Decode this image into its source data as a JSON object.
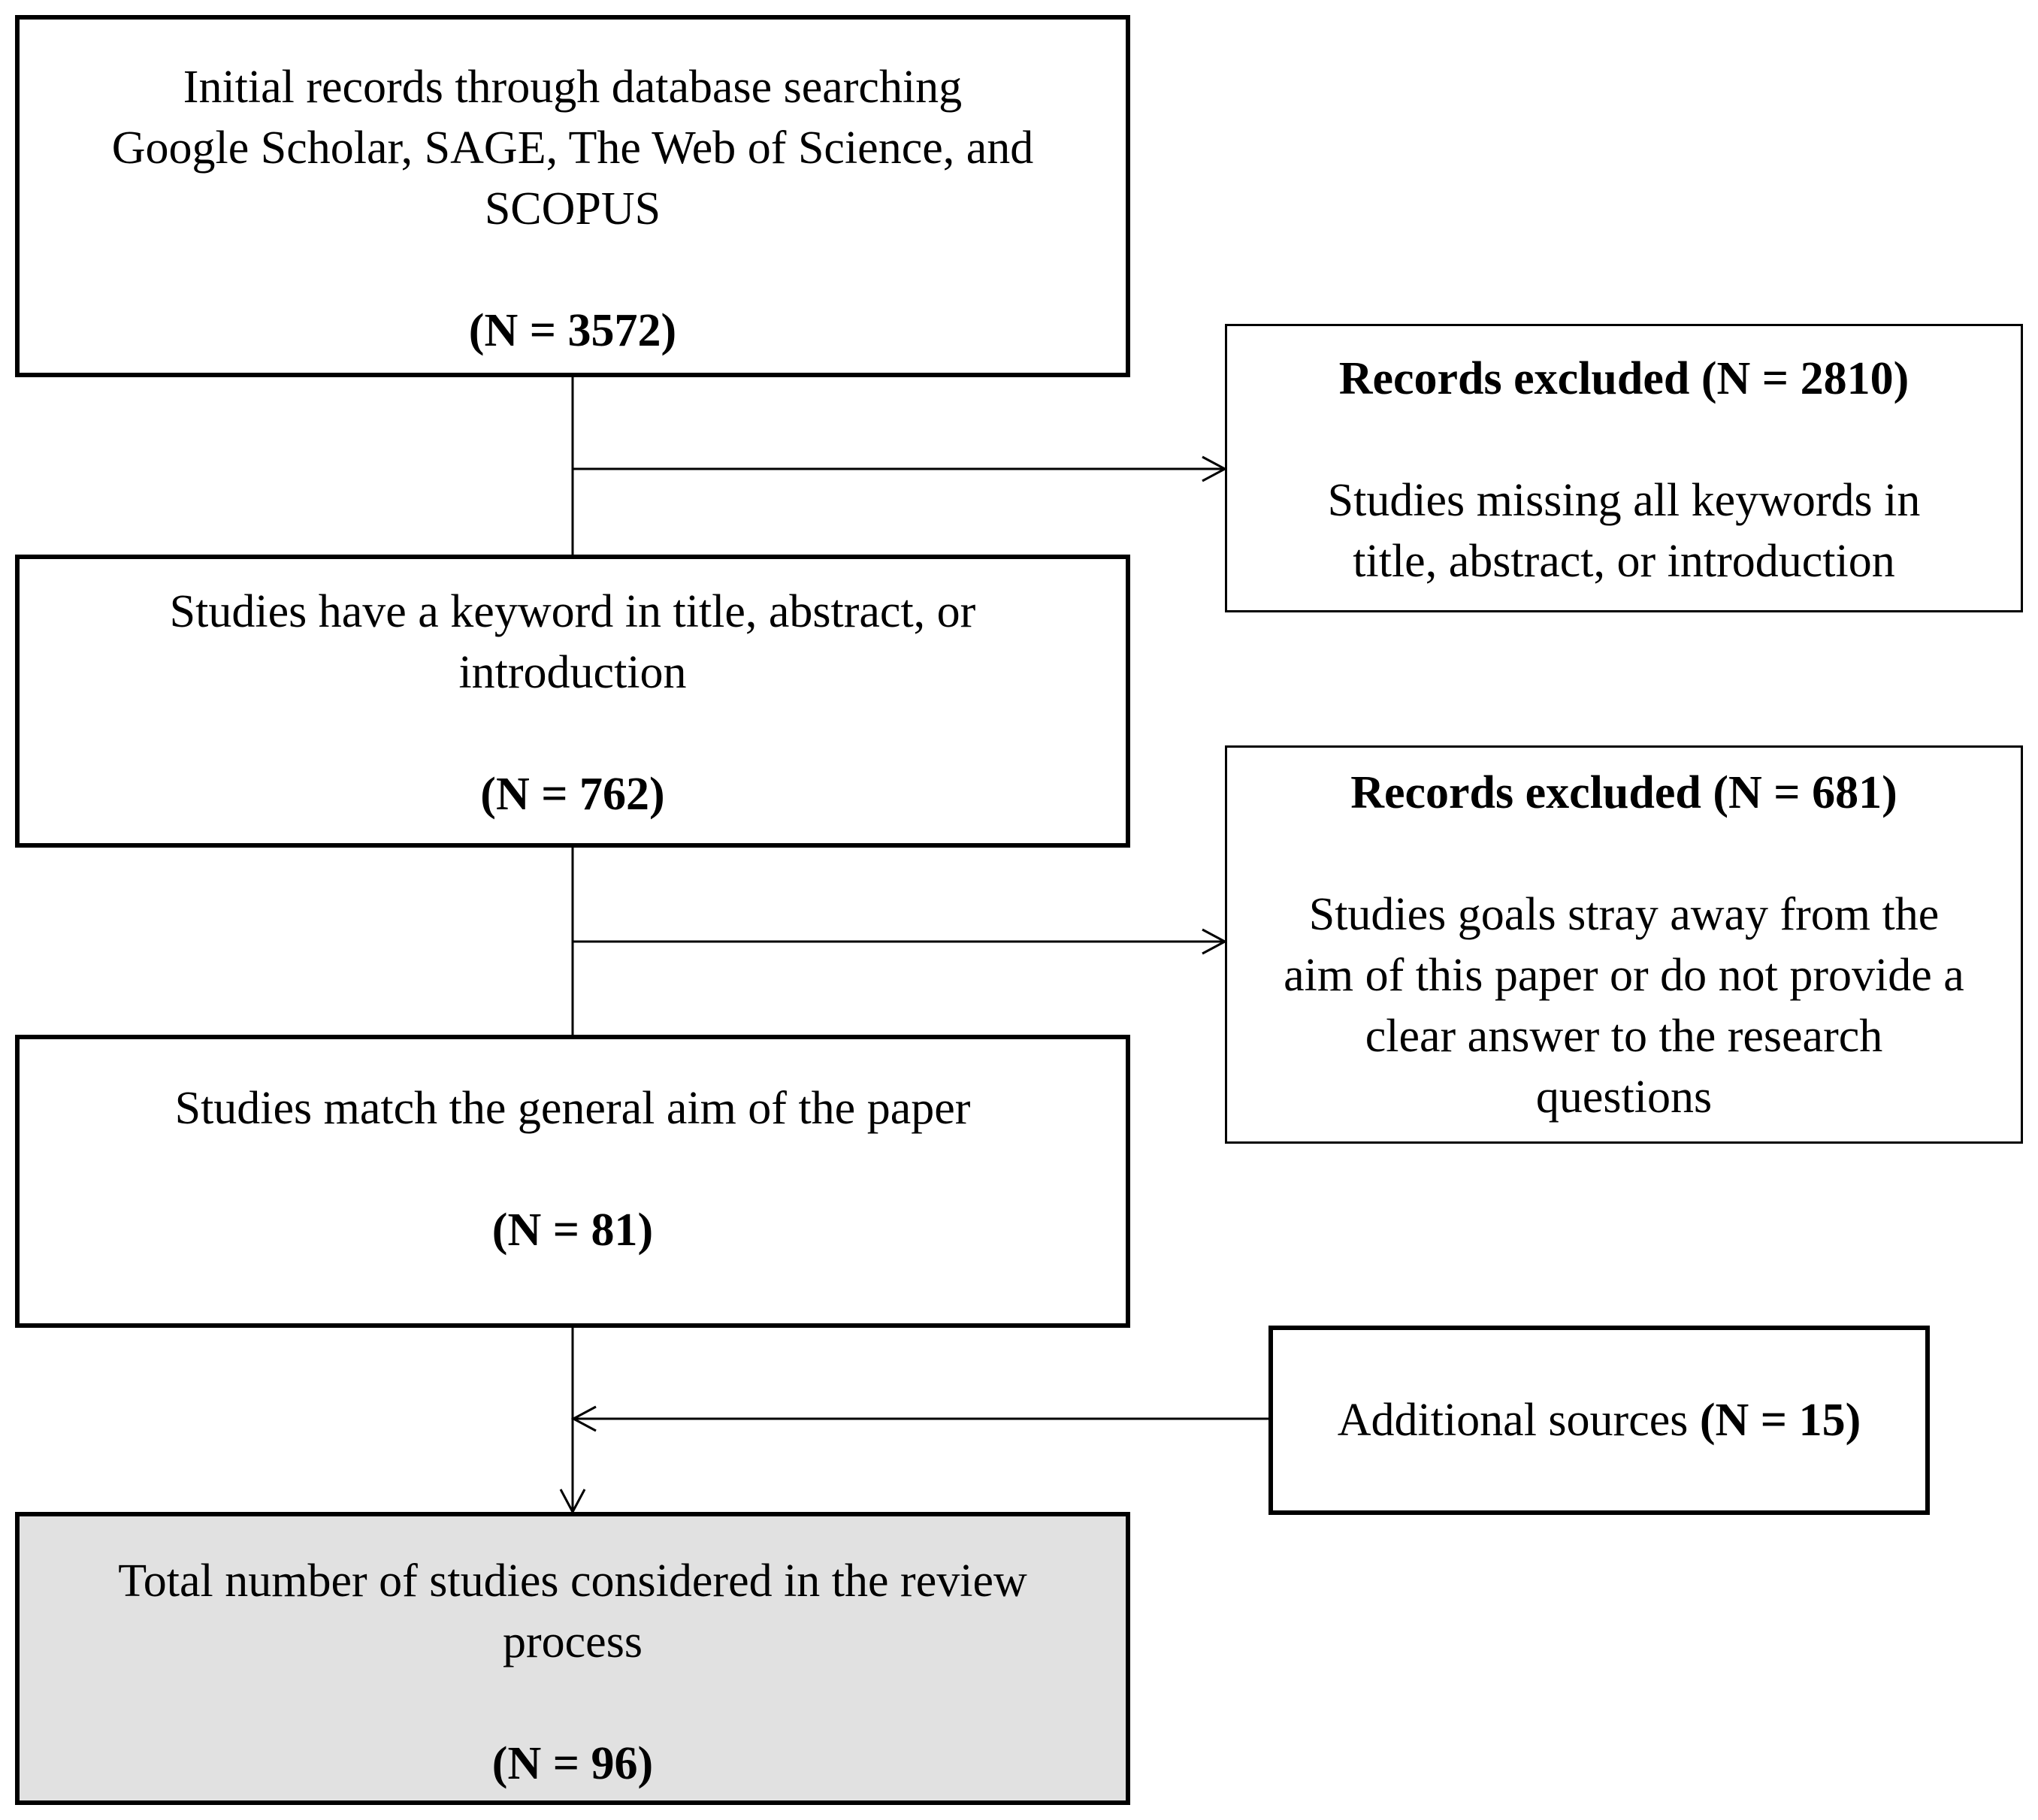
{
  "flowchart": {
    "initial": {
      "lines": [
        "Initial records through database searching",
        "Google Scholar, SAGE, The Web of Science, and",
        "SCOPUS"
      ],
      "count": "(N = 3572)"
    },
    "excluded_1": {
      "heading": "Records excluded (N = 2810)",
      "lines": [
        "Studies missing all keywords in",
        "title, abstract, or introduction"
      ]
    },
    "keyword": {
      "lines": [
        "Studies have a keyword in title, abstract, or",
        "introduction"
      ],
      "count": "(N = 762)"
    },
    "excluded_2": {
      "heading": "Records excluded (N = 681)",
      "lines": [
        "Studies goals stray away from the",
        "aim of this paper or do not provide a",
        "clear answer to the research",
        "questions"
      ]
    },
    "aim_match": {
      "lines": [
        "Studies match the general aim of the paper"
      ],
      "count": "(N = 81)"
    },
    "additional": {
      "text": "Additional sources",
      "count": "(N = 15)"
    },
    "total": {
      "lines": [
        "Total number of studies considered in the review",
        "process"
      ],
      "count": "(N = 96)"
    }
  }
}
